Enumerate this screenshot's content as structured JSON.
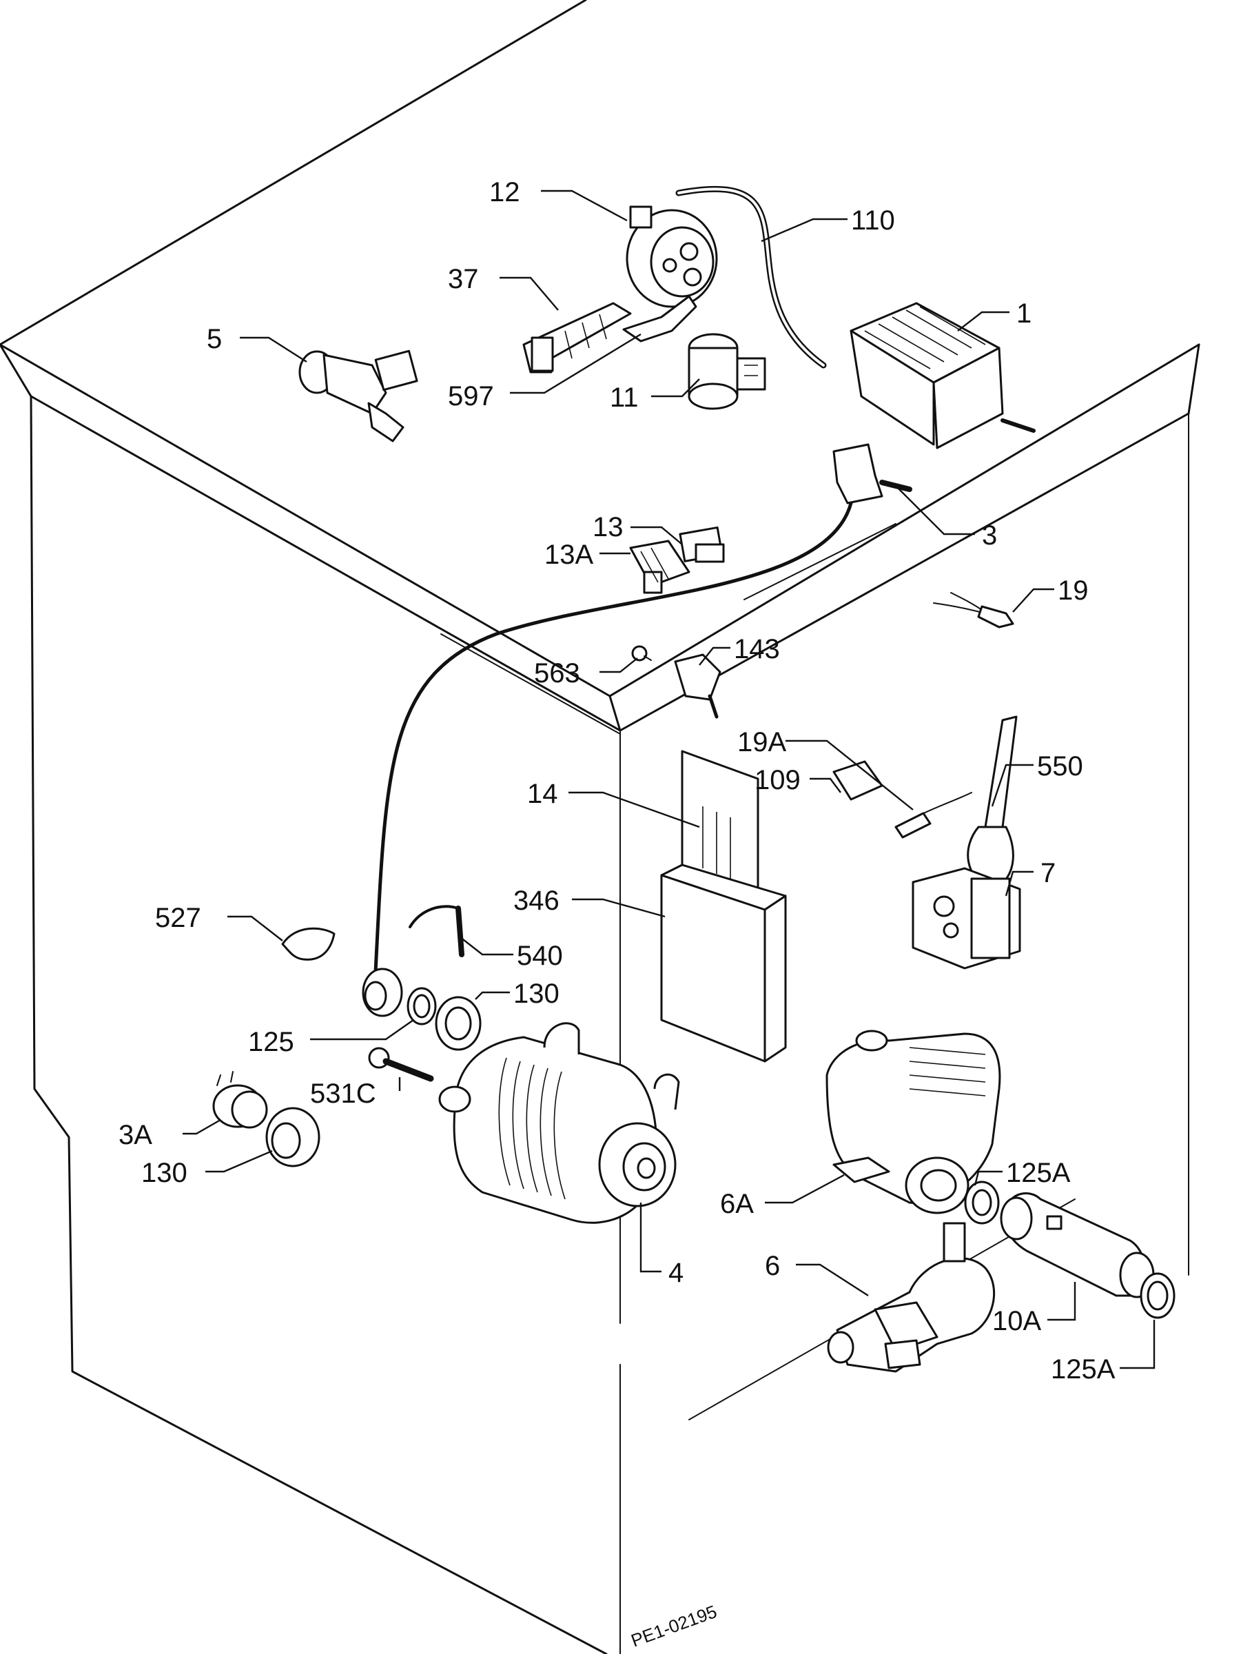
{
  "diagram": {
    "drawing_code": "PE1-02195",
    "callouts": [
      {
        "id": "1",
        "text": "1"
      },
      {
        "id": "3",
        "text": "3"
      },
      {
        "id": "3A",
        "text": "3A"
      },
      {
        "id": "4",
        "text": "4"
      },
      {
        "id": "5",
        "text": "5"
      },
      {
        "id": "6",
        "text": "6"
      },
      {
        "id": "6A",
        "text": "6A"
      },
      {
        "id": "7",
        "text": "7"
      },
      {
        "id": "10A",
        "text": "10A"
      },
      {
        "id": "11",
        "text": "11"
      },
      {
        "id": "12",
        "text": "12"
      },
      {
        "id": "13",
        "text": "13"
      },
      {
        "id": "13A",
        "text": "13A"
      },
      {
        "id": "14",
        "text": "14"
      },
      {
        "id": "19",
        "text": "19"
      },
      {
        "id": "19A",
        "text": "19A"
      },
      {
        "id": "37",
        "text": "37"
      },
      {
        "id": "109",
        "text": "109"
      },
      {
        "id": "110",
        "text": "110"
      },
      {
        "id": "125",
        "text": "125"
      },
      {
        "id": "125A_a",
        "text": "125A"
      },
      {
        "id": "125A_b",
        "text": "125A"
      },
      {
        "id": "130_a",
        "text": "130"
      },
      {
        "id": "130_b",
        "text": "130"
      },
      {
        "id": "143",
        "text": "143"
      },
      {
        "id": "346",
        "text": "346"
      },
      {
        "id": "527",
        "text": "527"
      },
      {
        "id": "531C",
        "text": "531C"
      },
      {
        "id": "540",
        "text": "540"
      },
      {
        "id": "550",
        "text": "550"
      },
      {
        "id": "563",
        "text": "563"
      },
      {
        "id": "597",
        "text": "597"
      }
    ]
  }
}
